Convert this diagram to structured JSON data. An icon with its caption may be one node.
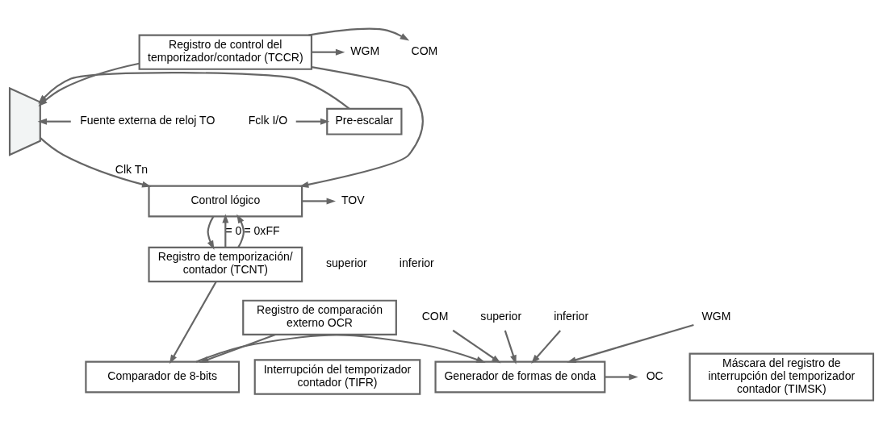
{
  "diagram": {
    "nodes": [
      {
        "text": [
          "Registro de control del temporizador/contador (TCCR)"
        ]
      },
      {
        "text": [
          "WGM"
        ]
      },
      {
        "text": [
          "COM"
        ]
      },
      {
        "text": [
          "Fuente externa de reloj TO"
        ]
      },
      {
        "text": [
          "Fclk I/O"
        ]
      },
      {
        "text": [
          "Pre-escalar"
        ]
      },
      {
        "text": [],
        "shape": "trapezium"
      },
      {
        "text": [
          "Control lógico"
        ]
      },
      {
        "text": [
          "TOV"
        ]
      },
      {
        "text": [
          "Registro de temporización/ contador (TCNT)"
        ]
      },
      {
        "text": [
          "Comparador de 8-bits"
        ]
      },
      {
        "text": [
          "Generador de formas de onda"
        ]
      },
      {
        "text": [
          "OC"
        ]
      },
      {
        "text": [
          "inferior"
        ]
      },
      {
        "text": [
          "superior"
        ]
      },
      {
        "text": [
          "WGM"
        ]
      },
      {
        "text": [
          "COM"
        ]
      },
      {
        "text": [
          "Registro de comparación externo OCR"
        ]
      },
      {
        "text": [
          "Interrupción del temporizador contador (TIFR)"
        ]
      },
      {
        "text": [
          "Máscara del registro de interrupción del temporizador contador (TIMSK)"
        ]
      }
    ],
    "edges": [
      {
        "from": 0,
        "to": 1,
        "arrow": "to"
      },
      {
        "from": 0,
        "to": 2,
        "arrow": "to"
      },
      {
        "from": 0,
        "to": 6,
        "arrow": "to"
      },
      {
        "from": 0,
        "to": 7,
        "arrow": "to"
      },
      {
        "from": 3,
        "to": 6,
        "arrow": "to"
      },
      {
        "from": 4,
        "to": 5,
        "arrow": "to"
      },
      {
        "from": 5,
        "to": 6,
        "arrow": "to"
      },
      {
        "from": 6,
        "to": 7,
        "arrow": "to",
        "label": "Clk Tn"
      },
      {
        "from": 7,
        "to": 8,
        "arrow": "to"
      },
      {
        "from": 7,
        "to": 9,
        "arrow": "to"
      },
      {
        "from": 9,
        "to": 7,
        "arrow": "to",
        "label": "= 0"
      },
      {
        "from": 9,
        "to": 7,
        "arrow": "to",
        "label": "= 0xFF"
      },
      {
        "from": 9,
        "to": 10,
        "arrow": "to"
      },
      {
        "from": 10,
        "to": 11,
        "arrow": "to"
      },
      {
        "from": 11,
        "to": 12,
        "arrow": "to"
      },
      {
        "from": 13,
        "to": 11,
        "arrow": "to"
      },
      {
        "from": 14,
        "to": 11,
        "arrow": "to"
      },
      {
        "from": 15,
        "to": 11,
        "arrow": "to"
      },
      {
        "from": 16,
        "to": 11,
        "arrow": "to"
      },
      {
        "from": 17,
        "to": 10,
        "arrow": "to"
      }
    ],
    "labels": [
      "superior",
      "inferior"
    ]
  }
}
